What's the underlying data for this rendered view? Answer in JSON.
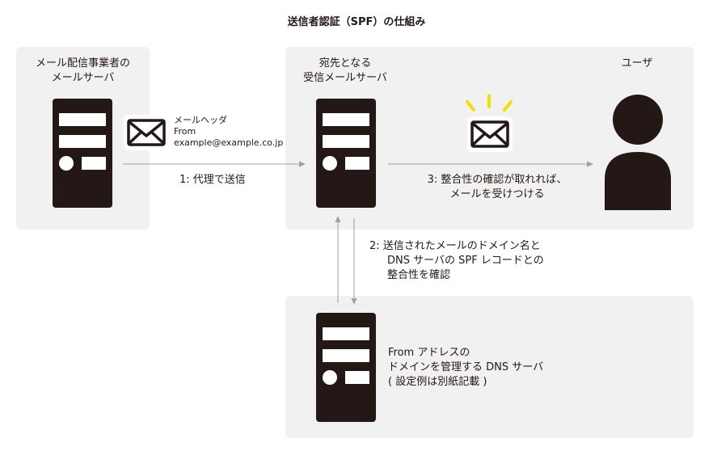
{
  "diagram": {
    "title": "送信者認証（SPF）の仕組み"
  },
  "sender_panel": {
    "label_line1": "メール配信事業者の",
    "label_line2": "メールサーバ"
  },
  "receiver_panel": {
    "label_line1": "宛先となる",
    "label_line2": "受信メールサーバ",
    "user_label": "ユーザ"
  },
  "dns_panel": {
    "label_line1": "From アドレスの",
    "label_line2": "ドメインを管理する DNS サーバ",
    "label_line3": "( 設定例は別紙記載 )"
  },
  "mail_header": {
    "line1": "メールヘッダ",
    "line2": "From",
    "line3": "example@example.co.jp"
  },
  "steps": {
    "step1": "1: 代理で送信",
    "step2_line1": "2: 送信されたメールのドメイン名と",
    "step2_line2": "DNS サーバの SPF レコードとの",
    "step2_line3": "整合性を確認",
    "step3_line1": "3: 整合性の確認が取れれば、",
    "step3_line2": "メールを受けつける"
  },
  "colors": {
    "panel_bg": "#f2f1f1",
    "server": "#231815",
    "arrow": "#9fa0a0",
    "alert": "#f2e100"
  },
  "icons": {
    "envelope": "envelope-icon",
    "user": "user-icon",
    "server": "server-icon",
    "alert": "alert-rays-icon"
  }
}
